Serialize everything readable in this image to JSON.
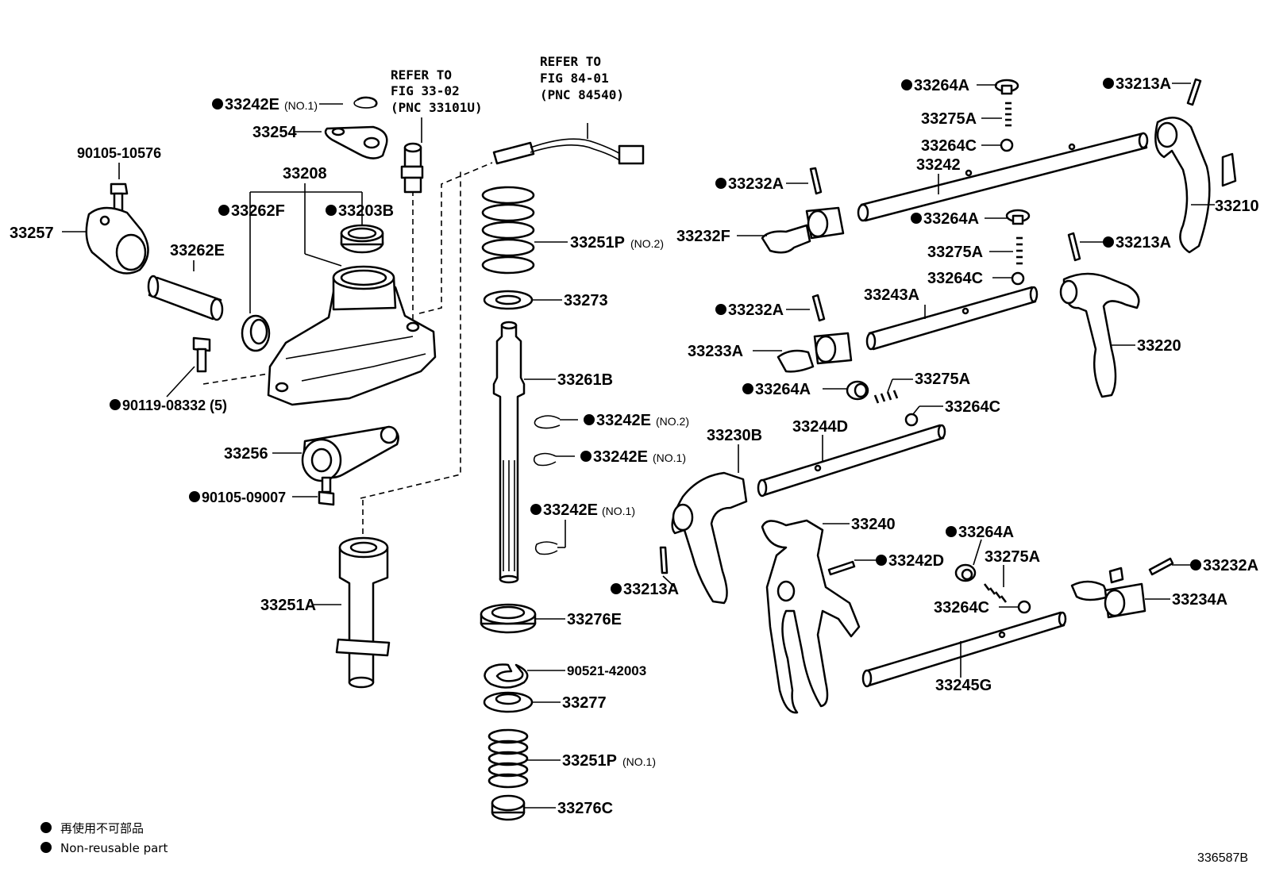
{
  "diagram": {
    "parts": [
      {
        "id": "p33242E_1a",
        "number": "33242E",
        "suffix": "(NO.1)",
        "non_reusable": true
      },
      {
        "id": "p33254",
        "number": "33254",
        "suffix": "",
        "non_reusable": false
      },
      {
        "id": "p90105_10576",
        "number": "90105-10576",
        "suffix": "",
        "non_reusable": false
      },
      {
        "id": "p33208",
        "number": "33208",
        "suffix": "",
        "non_reusable": false
      },
      {
        "id": "p33262F",
        "number": "33262F",
        "suffix": "",
        "non_reusable": true
      },
      {
        "id": "p33203B",
        "number": "33203B",
        "suffix": "",
        "non_reusable": true
      },
      {
        "id": "p33257",
        "number": "33257",
        "suffix": "",
        "non_reusable": false
      },
      {
        "id": "p33262E",
        "number": "33262E",
        "suffix": "",
        "non_reusable": false
      },
      {
        "id": "p90119_08332",
        "number": "90119-08332",
        "suffix": "(5)",
        "non_reusable": true
      },
      {
        "id": "p33256",
        "number": "33256",
        "suffix": "",
        "non_reusable": false
      },
      {
        "id": "p90105_09007",
        "number": "90105-09007",
        "suffix": "",
        "non_reusable": true
      },
      {
        "id": "p33251A",
        "number": "33251A",
        "suffix": "",
        "non_reusable": false
      },
      {
        "id": "p33251P_2",
        "number": "33251P",
        "suffix": "(NO.2)",
        "non_reusable": false
      },
      {
        "id": "p33273",
        "number": "33273",
        "suffix": "",
        "non_reusable": false
      },
      {
        "id": "p33261B",
        "number": "33261B",
        "suffix": "",
        "non_reusable": false
      },
      {
        "id": "p33242E_2",
        "number": "33242E",
        "suffix": "(NO.2)",
        "non_reusable": true
      },
      {
        "id": "p33242E_1b",
        "number": "33242E",
        "suffix": "(NO.1)",
        "non_reusable": true
      },
      {
        "id": "p33242E_1c",
        "number": "33242E",
        "suffix": "(NO.1)",
        "non_reusable": true
      },
      {
        "id": "p33276E",
        "number": "33276E",
        "suffix": "",
        "non_reusable": false
      },
      {
        "id": "p90521_42003",
        "number": "90521-42003",
        "suffix": "",
        "non_reusable": false
      },
      {
        "id": "p33277",
        "number": "33277",
        "suffix": "",
        "non_reusable": false
      },
      {
        "id": "p33251P_1",
        "number": "33251P",
        "suffix": "(NO.1)",
        "non_reusable": false
      },
      {
        "id": "p33276C",
        "number": "33276C",
        "suffix": "",
        "non_reusable": false
      },
      {
        "id": "p33264A_1",
        "number": "33264A",
        "suffix": "",
        "non_reusable": true
      },
      {
        "id": "p33275A_1",
        "number": "33275A",
        "suffix": "",
        "non_reusable": false
      },
      {
        "id": "p33264C_1",
        "number": "33264C",
        "suffix": "",
        "non_reusable": false
      },
      {
        "id": "p33213A_1",
        "number": "33213A",
        "suffix": "",
        "non_reusable": true
      },
      {
        "id": "p33242",
        "number": "33242",
        "suffix": "",
        "non_reusable": false
      },
      {
        "id": "p33210",
        "number": "33210",
        "suffix": "",
        "non_reusable": false
      },
      {
        "id": "p33232A_1",
        "number": "33232A",
        "suffix": "",
        "non_reusable": true
      },
      {
        "id": "p33232F",
        "number": "33232F",
        "suffix": "",
        "non_reusable": false
      },
      {
        "id": "p33264A_2",
        "number": "33264A",
        "suffix": "",
        "non_reusable": true
      },
      {
        "id": "p33275A_2",
        "number": "33275A",
        "suffix": "",
        "non_reusable": false
      },
      {
        "id": "p33264C_2",
        "number": "33264C",
        "suffix": "",
        "non_reusable": false
      },
      {
        "id": "p33213A_2",
        "number": "33213A",
        "suffix": "",
        "non_reusable": true
      },
      {
        "id": "p33243A",
        "number": "33243A",
        "suffix": "",
        "non_reusable": false
      },
      {
        "id": "p33232A_2",
        "number": "33232A",
        "suffix": "",
        "non_reusable": true
      },
      {
        "id": "p33233A",
        "number": "33233A",
        "suffix": "",
        "non_reusable": false
      },
      {
        "id": "p33220",
        "number": "33220",
        "suffix": "",
        "non_reusable": false
      },
      {
        "id": "p33264A_3",
        "number": "33264A",
        "suffix": "",
        "non_reusable": true
      },
      {
        "id": "p33275A_3",
        "number": "33275A",
        "suffix": "",
        "non_reusable": false
      },
      {
        "id": "p33264C_3",
        "number": "33264C",
        "suffix": "",
        "non_reusable": false
      },
      {
        "id": "p33230B",
        "number": "33230B",
        "suffix": "",
        "non_reusable": false
      },
      {
        "id": "p33244D",
        "number": "33244D",
        "suffix": "",
        "non_reusable": false
      },
      {
        "id": "p33240",
        "number": "33240",
        "suffix": "",
        "non_reusable": false
      },
      {
        "id": "p33264A_4",
        "number": "33264A",
        "suffix": "",
        "non_reusable": true
      },
      {
        "id": "p33275A_4",
        "number": "33275A",
        "suffix": "",
        "non_reusable": false
      },
      {
        "id": "p33242D",
        "number": "33242D",
        "suffix": "",
        "non_reusable": true
      },
      {
        "id": "p33264C_4",
        "number": "33264C",
        "suffix": "",
        "non_reusable": false
      },
      {
        "id": "p33232A_3",
        "number": "33232A",
        "suffix": "",
        "non_reusable": true
      },
      {
        "id": "p33234A",
        "number": "33234A",
        "suffix": "",
        "non_reusable": false
      },
      {
        "id": "p33213A_3",
        "number": "33213A",
        "suffix": "",
        "non_reusable": true
      },
      {
        "id": "p33245G",
        "number": "33245G",
        "suffix": "",
        "non_reusable": false
      }
    ],
    "references": [
      {
        "id": "ref1",
        "lines": [
          "REFER TO",
          "FIG 33-02",
          "(PNC 33101U)"
        ]
      },
      {
        "id": "ref2",
        "lines": [
          "REFER TO",
          "FIG 84-01",
          "(PNC 84540)"
        ]
      }
    ],
    "legend": {
      "line1": "再使用不可部品",
      "line2": "Non-reusable part"
    },
    "illustration_code": "336587B"
  }
}
